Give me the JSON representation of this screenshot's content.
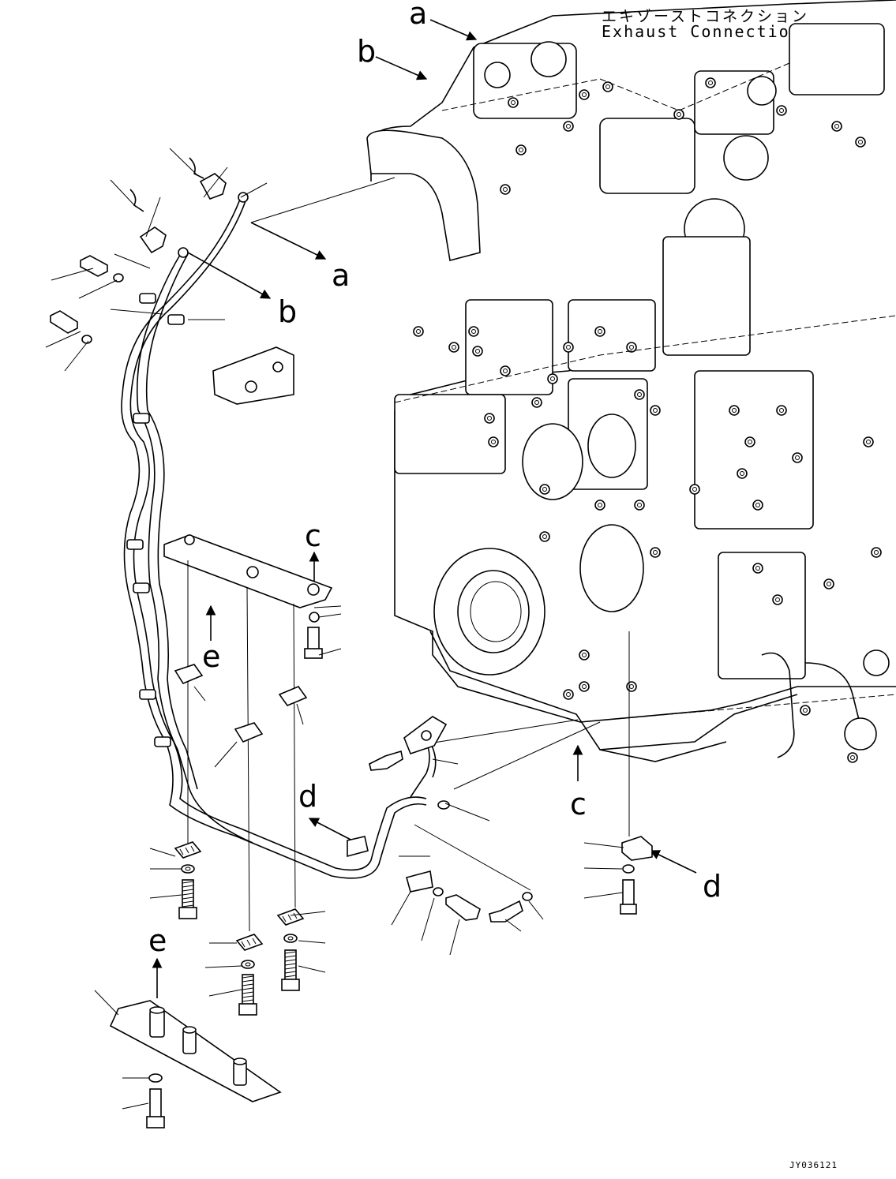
{
  "title": {
    "japanese": "エキゾーストコネクション",
    "english": "Exhaust Connection"
  },
  "figure_id": "JY036121",
  "callouts": {
    "a": "a",
    "b": "b",
    "c": "c",
    "d": "d",
    "e": "e"
  }
}
